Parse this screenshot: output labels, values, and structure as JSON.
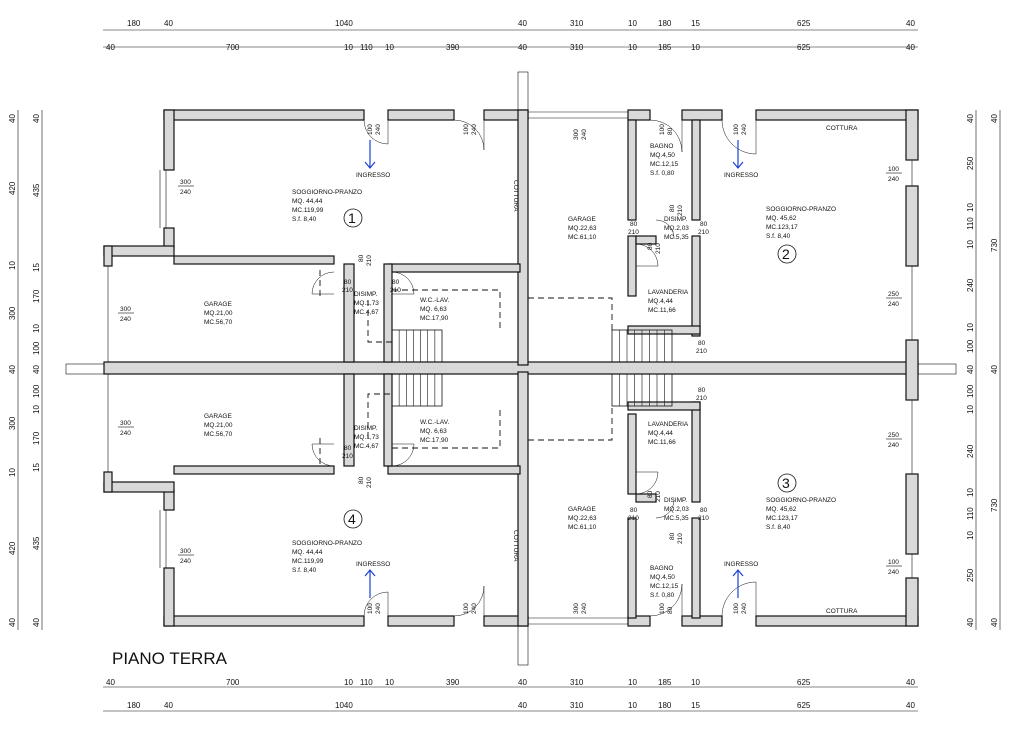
{
  "drawing_title": "PIANO TERRA",
  "dims": {
    "top_outer": [
      "180",
      "40",
      "1040",
      "40",
      "310",
      "10",
      "180",
      "15",
      "625",
      "40"
    ],
    "top_inner": [
      "40",
      "700",
      "10",
      "110",
      "10",
      "390",
      "40",
      "310",
      "10",
      "185",
      "10",
      "625",
      "40"
    ],
    "bottom_inner": [
      "40",
      "700",
      "10",
      "110",
      "10",
      "390",
      "40",
      "310",
      "10",
      "185",
      "10",
      "625",
      "40"
    ],
    "bottom_outer": [
      "180",
      "40",
      "1040",
      "40",
      "310",
      "10",
      "180",
      "15",
      "625",
      "40"
    ],
    "left_outer": [
      "40",
      "420",
      "10",
      "300",
      "40",
      "300",
      "10",
      "420",
      "40"
    ],
    "left_inner": [
      "40",
      "435",
      "15",
      "170",
      "10",
      "100",
      "40",
      "100",
      "10",
      "170",
      "15",
      "435",
      "40"
    ],
    "right_inner": [
      "40",
      "250",
      "10",
      "110",
      "10",
      "240",
      "10",
      "100",
      "40",
      "100",
      "10",
      "240",
      "10",
      "110",
      "10",
      "250",
      "40"
    ],
    "right_outer": [
      "40",
      "730",
      "40",
      "730",
      "40"
    ]
  },
  "units": [
    {
      "id": "1",
      "room": "SOGGIORNO-PRANZO",
      "mq": "MQ.  44,44",
      "mc": "MC.119,99",
      "sf": "S.f.   8,40"
    },
    {
      "id": "2",
      "room": "SOGGIORNO-PRANZO",
      "mq": "MQ.  45,62",
      "mc": "MC.123,17",
      "sf": "S.f.   8,40"
    },
    {
      "id": "3",
      "room": "SOGGIORNO-PRANZO",
      "mq": "MQ.  45,62",
      "mc": "MC.123,17",
      "sf": "S.f.   8,40"
    },
    {
      "id": "4",
      "room": "SOGGIORNO-PRANZO",
      "mq": "MQ.  44,44",
      "mc": "MC.119,99",
      "sf": "S.f.   8,40"
    }
  ],
  "rooms": {
    "garage_left": {
      "name": "GARAGE",
      "mq": "MQ.21,00",
      "mc": "MC.56,70"
    },
    "garage_center": {
      "name": "GARAGE",
      "mq": "MQ.22,63",
      "mc": "MC.61,10"
    },
    "disimp_left": {
      "name": "DISIMP.",
      "mq": "MQ.1,73",
      "mc": "MC.4,67"
    },
    "wc_left": {
      "name": "W.C.-LAV.",
      "mq": "MQ.  6,63",
      "mc": "MC.17,90"
    },
    "bagno": {
      "name": "BAGNO",
      "mq": "MQ.4,50",
      "mc": "MC.12,15",
      "sf": "S.f.  0,80"
    },
    "disimp_right": {
      "name": "DISIMP.",
      "mq": "MQ.2,03",
      "mc": "MC.5,35"
    },
    "lavanderia": {
      "name": "LAVANDERIA",
      "mq": "MQ.4,44",
      "mc": "MC.11,66"
    }
  },
  "labels": {
    "ingresso": "INGRESSO",
    "cottura": "COTTURA"
  },
  "openings": {
    "d100": "100",
    "d240": "240",
    "d300": "300",
    "d80": "80",
    "d210": "210",
    "d250": "250"
  }
}
